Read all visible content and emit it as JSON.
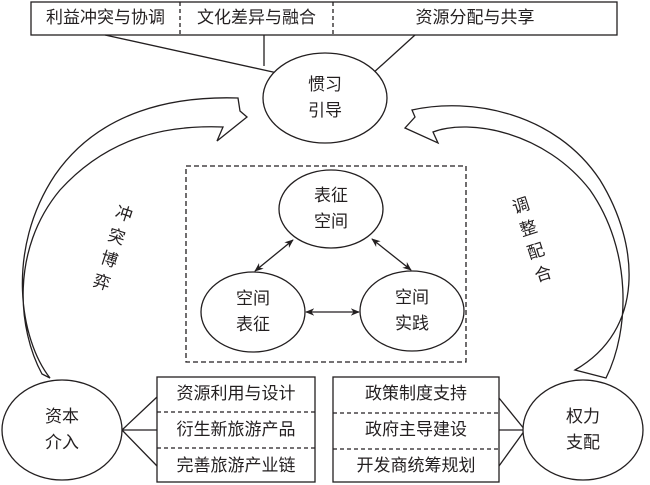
{
  "top_box": {
    "items": [
      "利益冲突与协调",
      "文化差异与融合",
      "资源分配与共享"
    ]
  },
  "center_node": {
    "line1": "惯习",
    "line2": "引导"
  },
  "triad": {
    "top": {
      "line1": "表征",
      "line2": "空间"
    },
    "left": {
      "line1": "空间",
      "line2": "表征"
    },
    "right": {
      "line1": "空间",
      "line2": "实践"
    }
  },
  "left_arrow_label": [
    "冲",
    "突",
    "博",
    "弈"
  ],
  "right_arrow_label": [
    "调",
    "整",
    "配",
    "合"
  ],
  "capital_node": {
    "line1": "资本",
    "line2": "介入"
  },
  "power_node": {
    "line1": "权力",
    "line2": "支配"
  },
  "capital_box": {
    "items": [
      "资源利用与设计",
      "衍生新旅游产品",
      "完善旅游产业链"
    ]
  },
  "power_box": {
    "items": [
      "政策制度支持",
      "政府主导建设",
      "开发商统筹规划"
    ]
  }
}
